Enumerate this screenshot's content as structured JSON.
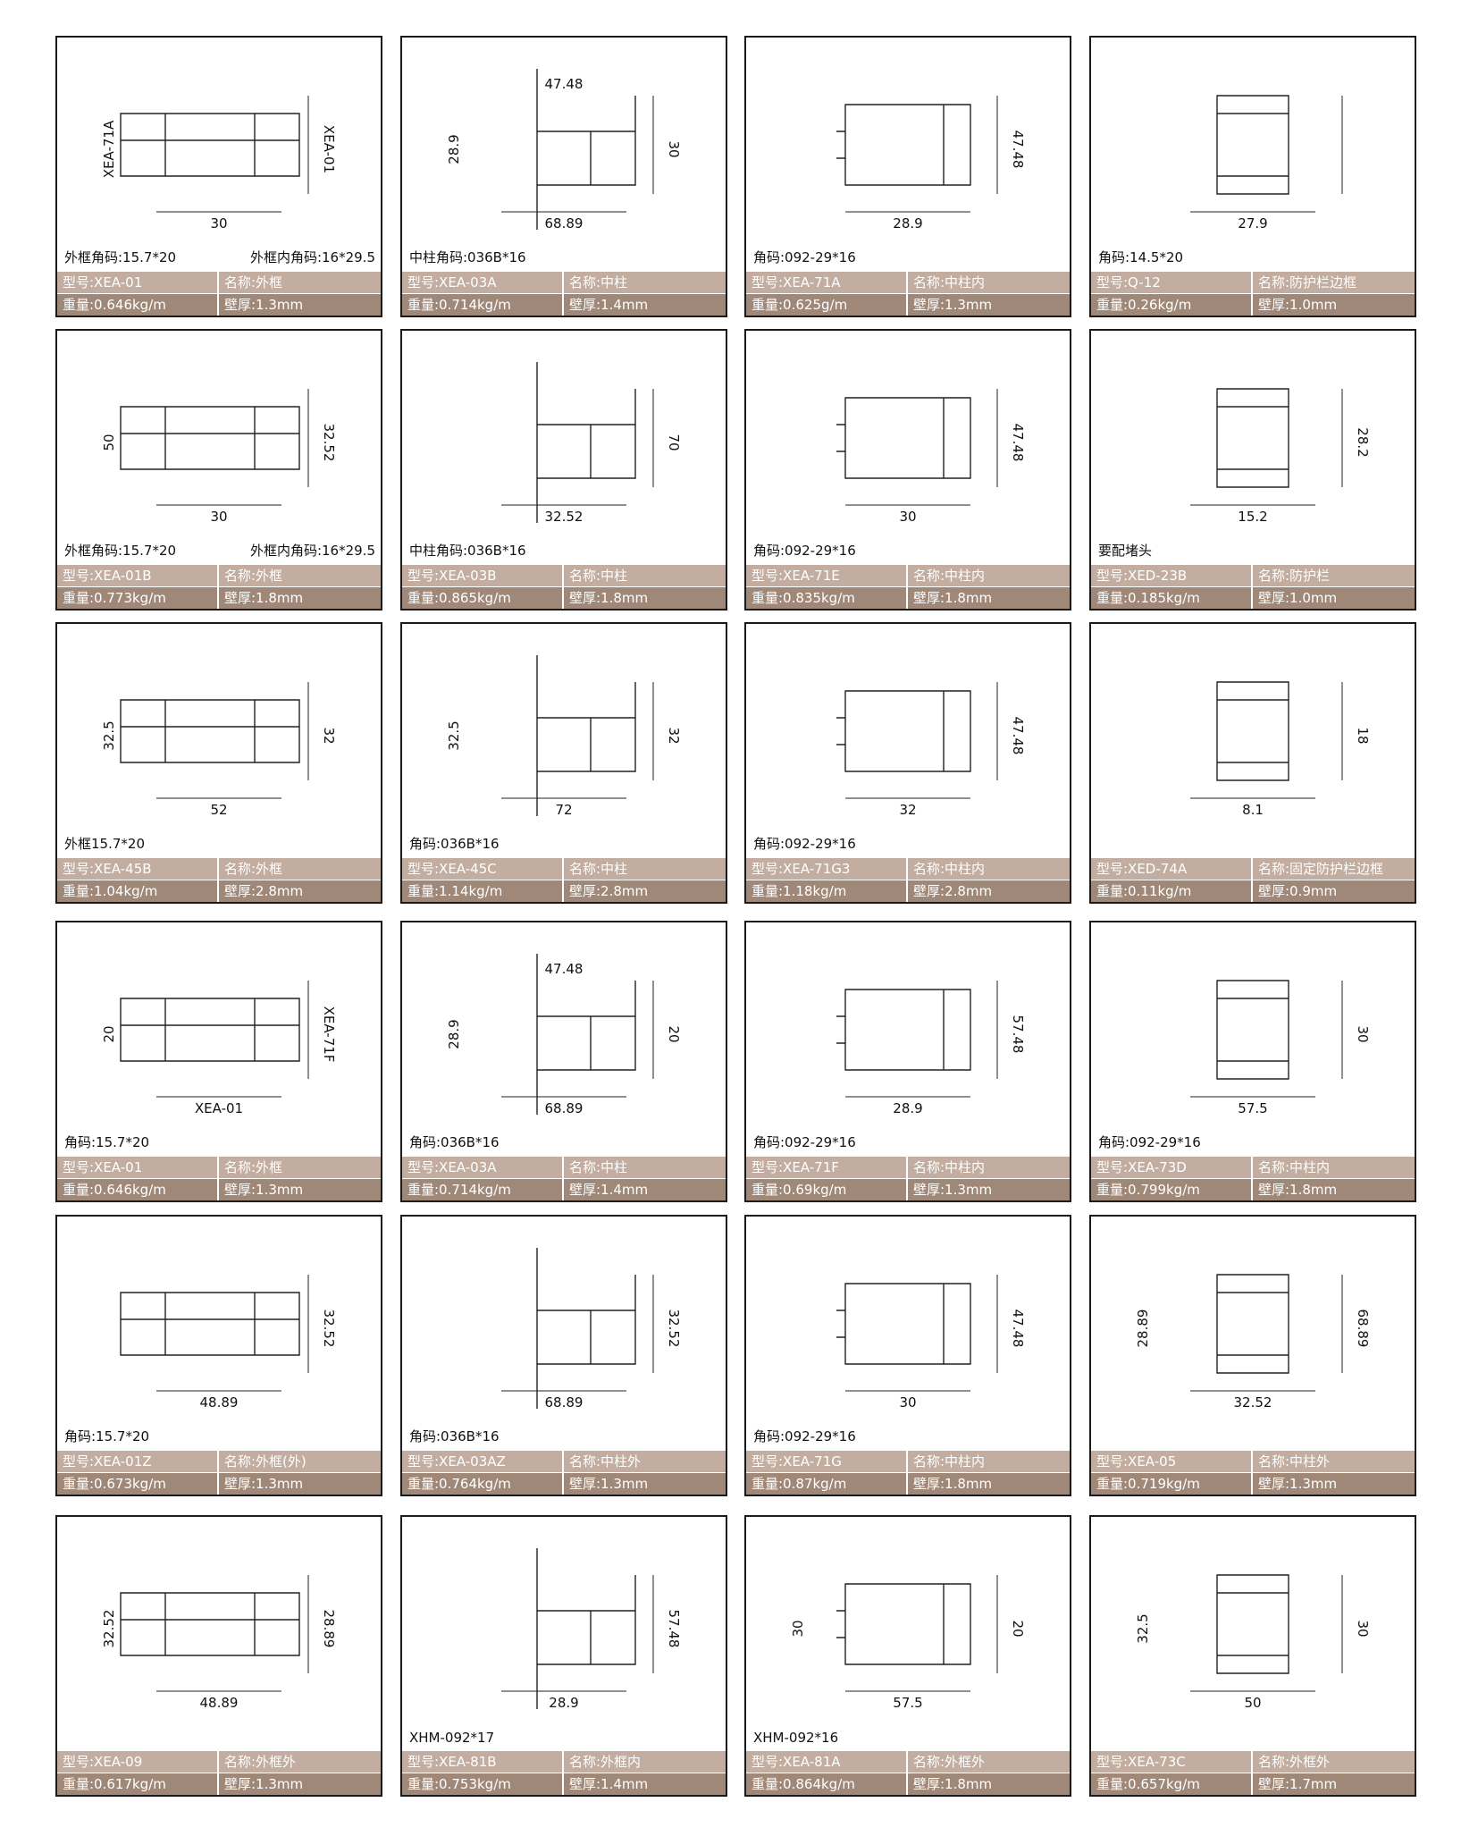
{
  "cards": [
    {
      "cap": "外框角码:15.7*20",
      "cap2": "外框内角码:16*29.5",
      "model": "型号:XEA-01",
      "name": "名称:外框",
      "weight": "重量:0.646kg/m",
      "wall": "壁厚:1.3mm",
      "dims": [
        "30",
        "XEA-01",
        "XEA-71A"
      ]
    },
    {
      "cap": "中柱角码:036B*16",
      "cap2": "",
      "model": "型号:XEA-03A",
      "name": "名称:中柱",
      "weight": "重量:0.714kg/m",
      "wall": "壁厚:1.4mm",
      "dims": [
        "68.89",
        "30",
        "28.9",
        "47.48"
      ]
    },
    {
      "cap": "角码:092-29*16",
      "cap2": "",
      "model": "型号:XEA-71A",
      "name": "名称:中柱内",
      "weight": "重量:0.625g/m",
      "wall": "壁厚:1.3mm",
      "dims": [
        "28.9",
        "47.48"
      ]
    },
    {
      "cap": "角码:14.5*20",
      "cap2": "",
      "model": "型号:Q-12",
      "name": "名称:防护栏边框",
      "weight": "重量:0.26kg/m",
      "wall": "壁厚:1.0mm",
      "dims": [
        "27.9"
      ]
    },
    {
      "cap": "外框角码:15.7*20",
      "cap2": "外框内角码:16*29.5",
      "model": "型号:XEA-01B",
      "name": "名称:外框",
      "weight": "重量:0.773kg/m",
      "wall": "壁厚:1.8mm",
      "dims": [
        "30",
        "32.52",
        "50"
      ]
    },
    {
      "cap": "中柱角码:036B*16",
      "cap2": "",
      "model": "型号:XEA-03B",
      "name": "名称:中柱",
      "weight": "重量:0.865kg/m",
      "wall": "壁厚:1.8mm",
      "dims": [
        "32.52",
        "70"
      ]
    },
    {
      "cap": "角码:092-29*16",
      "cap2": "",
      "model": "型号:XEA-71E",
      "name": "名称:中柱内",
      "weight": "重量:0.835kg/m",
      "wall": "壁厚:1.8mm",
      "dims": [
        "30",
        "47.48"
      ]
    },
    {
      "cap": "要配堵头",
      "cap2": "",
      "model": "型号:XED-23B",
      "name": "名称:防护栏",
      "weight": "重量:0.185kg/m",
      "wall": "壁厚:1.0mm",
      "dims": [
        "15.2",
        "28.2"
      ]
    },
    {
      "cap": "外框15.7*20",
      "cap2": "",
      "model": "型号:XEA-45B",
      "name": "名称:外框",
      "weight": "重量:1.04kg/m",
      "wall": "壁厚:2.8mm",
      "dims": [
        "52",
        "32",
        "32.5"
      ]
    },
    {
      "cap": "角码:036B*16",
      "cap2": "",
      "model": "型号:XEA-45C",
      "name": "名称:中柱",
      "weight": "重量:1.14kg/m",
      "wall": "壁厚:2.8mm",
      "dims": [
        "72",
        "32",
        "32.5"
      ]
    },
    {
      "cap": "角码:092-29*16",
      "cap2": "",
      "model": "型号:XEA-71G3",
      "name": "名称:中柱内",
      "weight": "重量:1.18kg/m",
      "wall": "壁厚:2.8mm",
      "dims": [
        "32",
        "47.48"
      ]
    },
    {
      "cap": "",
      "cap2": "",
      "model": "型号:XED-74A",
      "name": "名称:固定防护栏边框",
      "weight": "重量:0.11kg/m",
      "wall": "壁厚:0.9mm",
      "dims": [
        "8.1",
        "18"
      ]
    },
    {
      "cap": "角码:15.7*20",
      "cap2": "",
      "model": "型号:XEA-01",
      "name": "名称:外框",
      "weight": "重量:0.646kg/m",
      "wall": "壁厚:1.3mm",
      "dims": [
        "XEA-01",
        "XEA-71F",
        "20"
      ]
    },
    {
      "cap": "角码:036B*16",
      "cap2": "",
      "model": "型号:XEA-03A",
      "name": "名称:中柱",
      "weight": "重量:0.714kg/m",
      "wall": "壁厚:1.4mm",
      "dims": [
        "68.89",
        "20",
        "28.9",
        "47.48"
      ]
    },
    {
      "cap": "角码:092-29*16",
      "cap2": "",
      "model": "型号:XEA-71F",
      "name": "名称:中柱内",
      "weight": "重量:0.69kg/m",
      "wall": "壁厚:1.3mm",
      "dims": [
        "28.9",
        "57.48"
      ]
    },
    {
      "cap": "角码:092-29*16",
      "cap2": "",
      "model": "型号:XEA-73D",
      "name": "名称:中柱内",
      "weight": "重量:0.799kg/m",
      "wall": "壁厚:1.8mm",
      "dims": [
        "57.5",
        "30"
      ]
    },
    {
      "cap": "角码:15.7*20",
      "cap2": "",
      "model": "型号:XEA-01Z",
      "name": "名称:外框(外)",
      "weight": "重量:0.673kg/m",
      "wall": "壁厚:1.3mm",
      "dims": [
        "48.89",
        "32.52"
      ]
    },
    {
      "cap": "角码:036B*16",
      "cap2": "",
      "model": "型号:XEA-03AZ",
      "name": "名称:中柱外",
      "weight": "重量:0.764kg/m",
      "wall": "壁厚:1.3mm",
      "dims": [
        "68.89",
        "32.52"
      ]
    },
    {
      "cap": "角码:092-29*16",
      "cap2": "",
      "model": "型号:XEA-71G",
      "name": "名称:中柱内",
      "weight": "重量:0.87kg/m",
      "wall": "壁厚:1.8mm",
      "dims": [
        "30",
        "47.48"
      ]
    },
    {
      "cap": "",
      "cap2": "",
      "model": "型号:XEA-05",
      "name": "名称:中柱外",
      "weight": "重量:0.719kg/m",
      "wall": "壁厚:1.3mm",
      "dims": [
        "32.52",
        "68.89",
        "28.89"
      ]
    },
    {
      "cap": "",
      "cap2": "",
      "model": "型号:XEA-09",
      "name": "名称:外框外",
      "weight": "重量:0.617kg/m",
      "wall": "壁厚:1.3mm",
      "dims": [
        "48.89",
        "28.89",
        "32.52"
      ]
    },
    {
      "cap": "XHM-092*17",
      "cap2": "",
      "model": "型号:XEA-81B",
      "name": "名称:外框内",
      "weight": "重量:0.753kg/m",
      "wall": "壁厚:1.4mm",
      "dims": [
        "28.9",
        "57.48"
      ]
    },
    {
      "cap": "XHM-092*16",
      "cap2": "",
      "model": "型号:XEA-81A",
      "name": "名称:外框外",
      "weight": "重量:0.864kg/m",
      "wall": "壁厚:1.8mm",
      "dims": [
        "57.5",
        "20",
        "30"
      ]
    },
    {
      "cap": "",
      "cap2": "",
      "model": "型号:XEA-73C",
      "name": "名称:外框外",
      "weight": "重量:0.657kg/m",
      "wall": "壁厚:1.7mm",
      "dims": [
        "50",
        "30",
        "32.5"
      ]
    }
  ]
}
